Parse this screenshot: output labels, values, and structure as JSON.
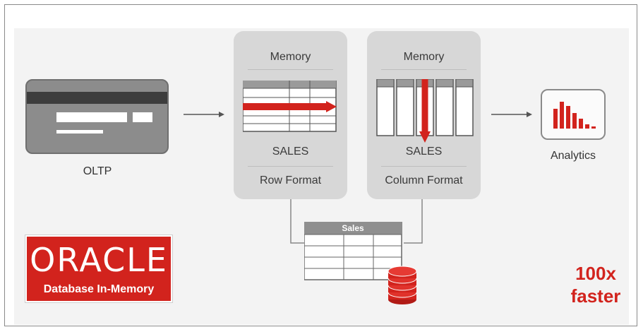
{
  "oltp": {
    "caption": "OLTP"
  },
  "row_panel": {
    "top_label": "Memory",
    "table_label": "SALES",
    "format_label": "Row Format"
  },
  "column_panel": {
    "top_label": "Memory",
    "table_label": "SALES",
    "format_label": "Column Format"
  },
  "analytics": {
    "caption": "Analytics",
    "icon": "bar-chart-icon"
  },
  "storage": {
    "table_header": "Sales",
    "icon": "disk-stack-icon"
  },
  "logo": {
    "wordmark": "ORACLE",
    "subtitle": "Database In-Memory"
  },
  "speed": {
    "line1": "100x",
    "line2": "faster"
  },
  "colors": {
    "accent_red": "#d2231d",
    "panel_gray": "#d7d7d7",
    "card_gray": "#8c8c8c"
  }
}
